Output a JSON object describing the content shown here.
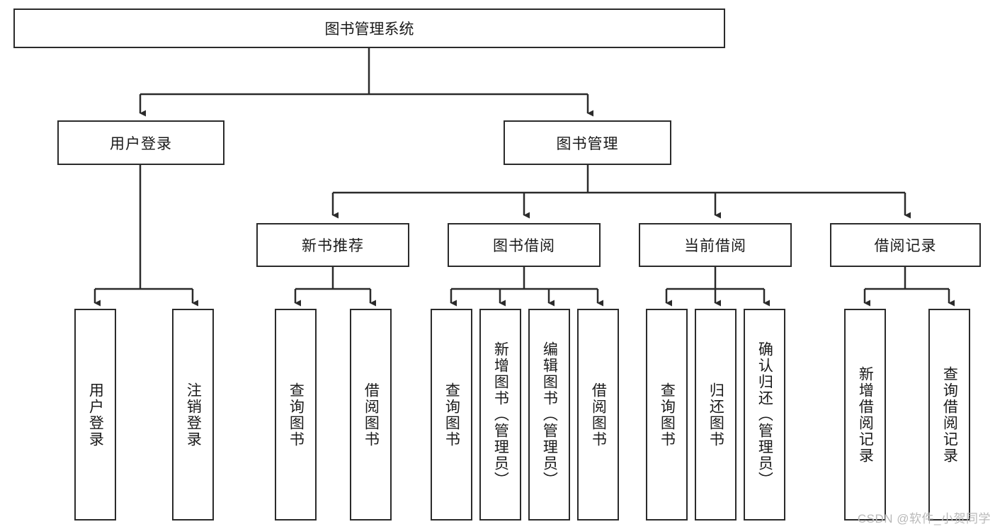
{
  "diagram": {
    "type": "tree-hierarchy-diagram",
    "title": "图书管理系统",
    "watermark": "CSDN @软件_小贺同学",
    "colors": {
      "stroke": "#2b2b2b",
      "fill": "#ffffff",
      "text": "#1a1a1a",
      "watermark": "#b9b9b9"
    },
    "root": {
      "label": "图书管理系统"
    },
    "level2": [
      {
        "label": "用户登录"
      },
      {
        "label": "图书管理"
      }
    ],
    "level3": [
      {
        "label": "新书推荐"
      },
      {
        "label": "图书借阅"
      },
      {
        "label": "当前借阅"
      },
      {
        "label": "借阅记录"
      }
    ],
    "leaves": {
      "user_login": [
        {
          "label": "用户登录"
        },
        {
          "label": "注销登录"
        }
      ],
      "new_book_recommend": [
        {
          "label": "查询图书"
        },
        {
          "label": "借阅图书"
        }
      ],
      "book_borrow": [
        {
          "label": "查询图书"
        },
        {
          "label": "新增图书（管理员）"
        },
        {
          "label": "编辑图书（管理员）"
        },
        {
          "label": "借阅图书"
        }
      ],
      "current_borrow": [
        {
          "label": "查询图书"
        },
        {
          "label": "归还图书"
        },
        {
          "label": "确认归还（管理员）"
        }
      ],
      "borrow_record": [
        {
          "label": "新增借阅记录"
        },
        {
          "label": "查询借阅记录"
        }
      ]
    }
  }
}
